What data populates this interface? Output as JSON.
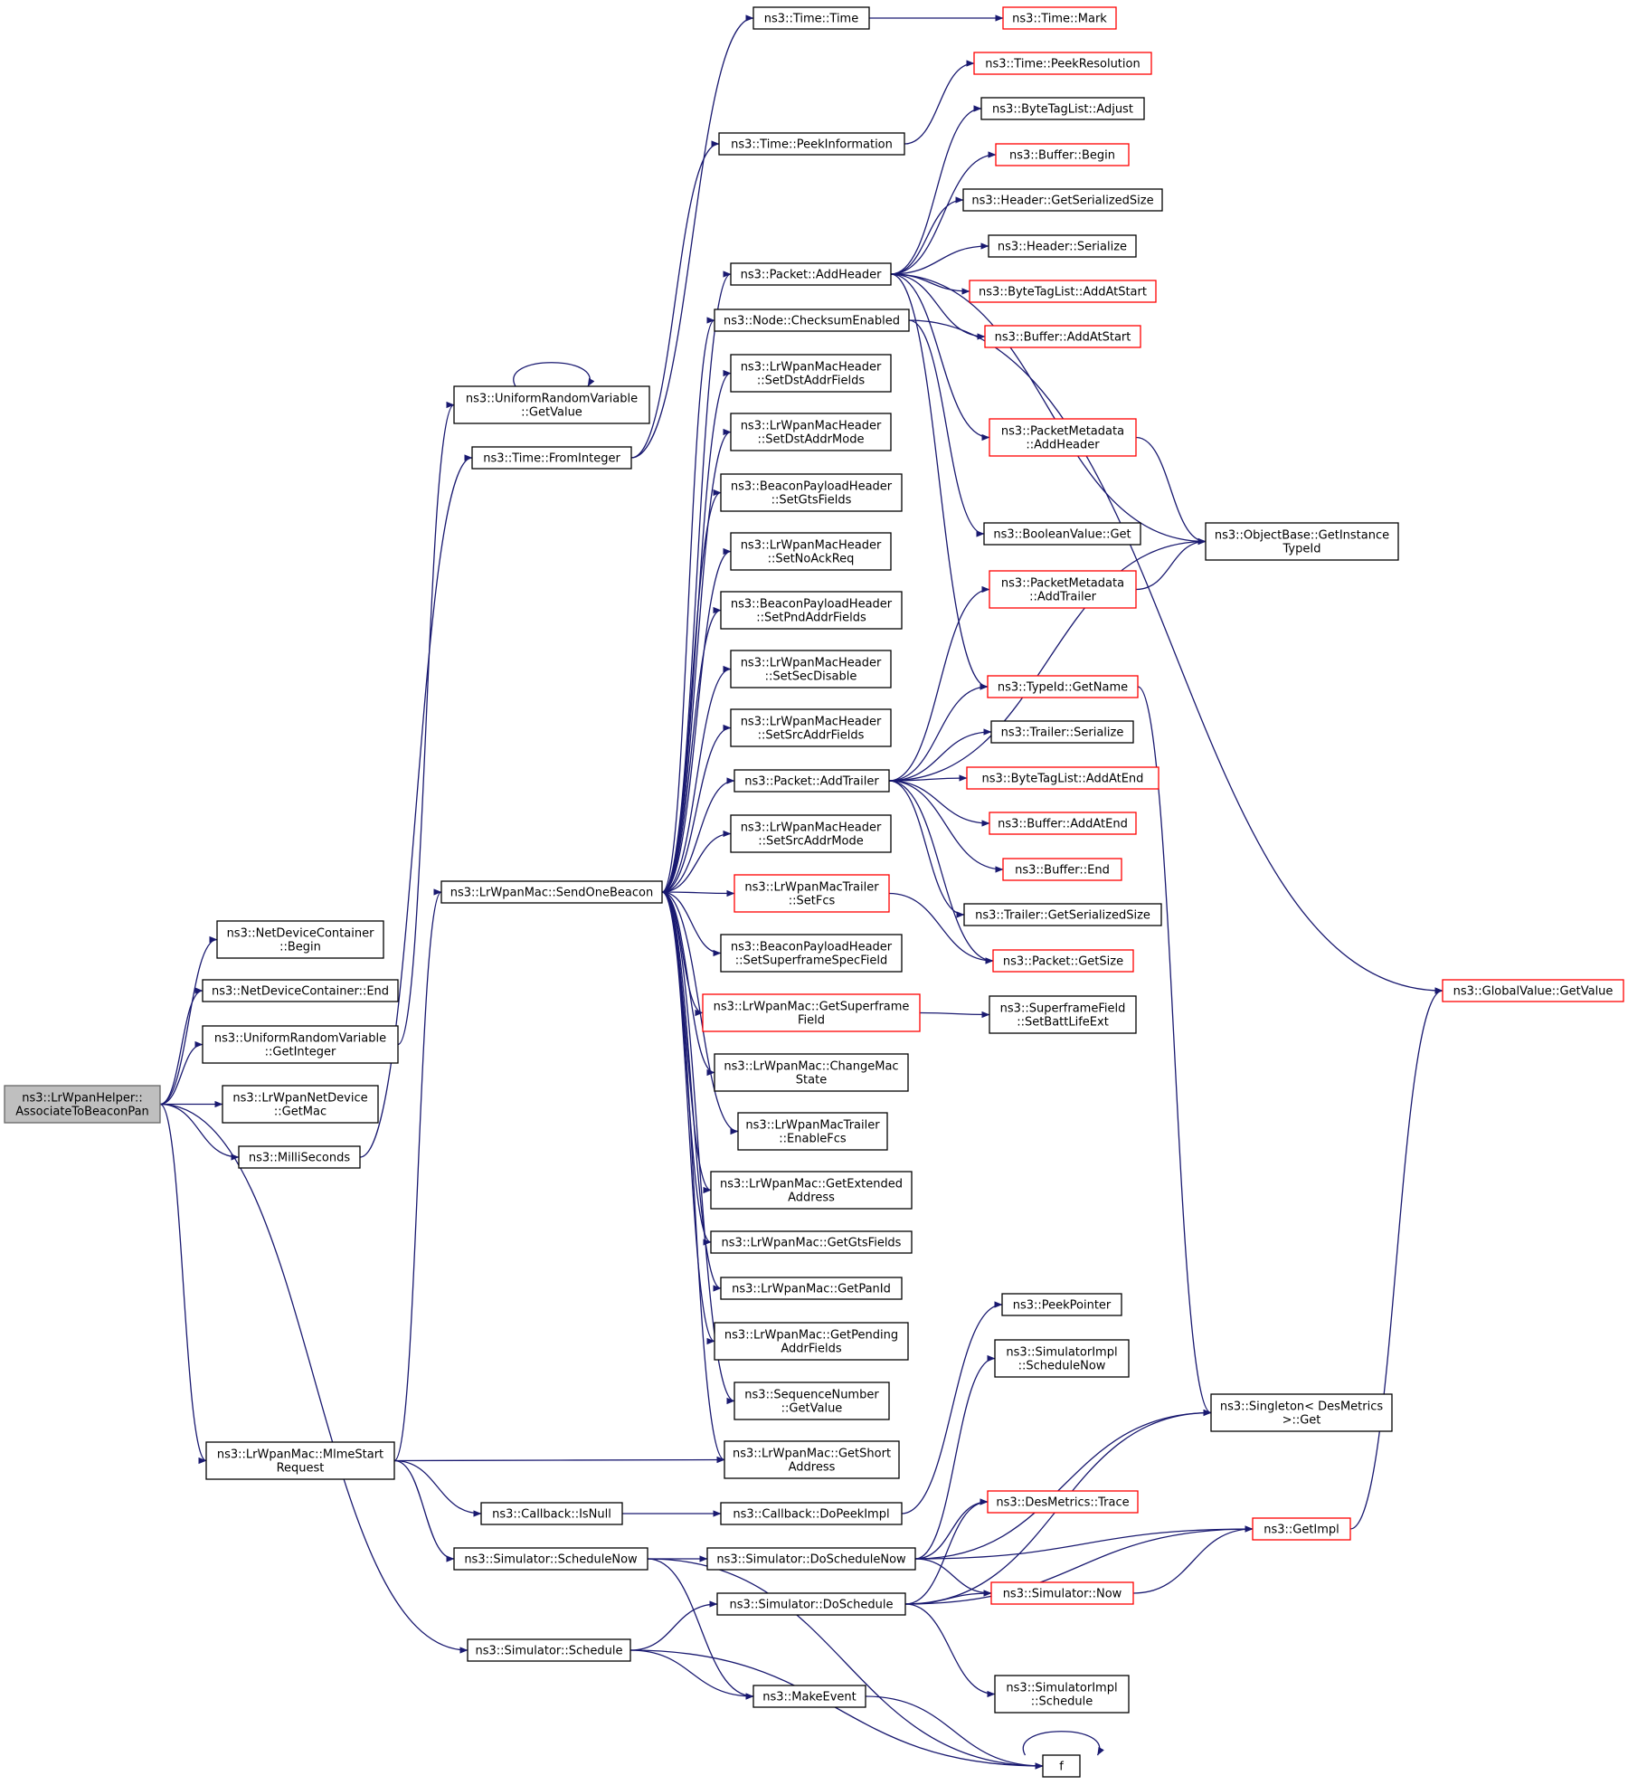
{
  "diagram": {
    "nodes": [
      {
        "id": "root",
        "lines": [
          "ns3::LrWpanHelper::",
          "AssociateToBeaconPan"
        ],
        "border": "gray"
      },
      {
        "id": "ndc_begin",
        "lines": [
          "ns3::NetDeviceContainer",
          "::Begin"
        ],
        "border": "black"
      },
      {
        "id": "ndc_end",
        "lines": [
          "ns3::NetDeviceContainer::End"
        ],
        "border": "black"
      },
      {
        "id": "urv_getinteger",
        "lines": [
          "ns3::UniformRandomVariable",
          "::GetInteger"
        ],
        "border": "black"
      },
      {
        "id": "netdev_getmac",
        "lines": [
          "ns3::LrWpanNetDevice",
          "::GetMac"
        ],
        "border": "black"
      },
      {
        "id": "milliseconds",
        "lines": [
          "ns3::MilliSeconds"
        ],
        "border": "black"
      },
      {
        "id": "mlmestart",
        "lines": [
          "ns3::LrWpanMac::MlmeStart",
          "Request"
        ],
        "border": "black"
      },
      {
        "id": "sim_schedule",
        "lines": [
          "ns3::Simulator::Schedule"
        ],
        "border": "black"
      },
      {
        "id": "urv_getvalue",
        "lines": [
          "ns3::UniformRandomVariable",
          "::GetValue"
        ],
        "border": "black"
      },
      {
        "id": "time_frominteger",
        "lines": [
          "ns3::Time::FromInteger"
        ],
        "border": "black"
      },
      {
        "id": "sendonebeacon",
        "lines": [
          "ns3::LrWpanMac::SendOneBeacon"
        ],
        "border": "black"
      },
      {
        "id": "cb_isnull",
        "lines": [
          "ns3::Callback::IsNull"
        ],
        "border": "black"
      },
      {
        "id": "sim_schedulenow",
        "lines": [
          "ns3::Simulator::ScheduleNow"
        ],
        "border": "black"
      },
      {
        "id": "time_time",
        "lines": [
          "ns3::Time::Time"
        ],
        "border": "black"
      },
      {
        "id": "time_peekinfo",
        "lines": [
          "ns3::Time::PeekInformation"
        ],
        "border": "black"
      },
      {
        "id": "pkt_addheader",
        "lines": [
          "ns3::Packet::AddHeader"
        ],
        "border": "black"
      },
      {
        "id": "node_checksum",
        "lines": [
          "ns3::Node::ChecksumEnabled"
        ],
        "border": "black"
      },
      {
        "id": "mh_setdstaddrfields",
        "lines": [
          "ns3::LrWpanMacHeader",
          "::SetDstAddrFields"
        ],
        "border": "black"
      },
      {
        "id": "mh_setdstaddrmode",
        "lines": [
          "ns3::LrWpanMacHeader",
          "::SetDstAddrMode"
        ],
        "border": "black"
      },
      {
        "id": "bph_setgts",
        "lines": [
          "ns3::BeaconPayloadHeader",
          "::SetGtsFields"
        ],
        "border": "black"
      },
      {
        "id": "mh_setnoack",
        "lines": [
          "ns3::LrWpanMacHeader",
          "::SetNoAckReq"
        ],
        "border": "black"
      },
      {
        "id": "bph_setpnd",
        "lines": [
          "ns3::BeaconPayloadHeader",
          "::SetPndAddrFields"
        ],
        "border": "black"
      },
      {
        "id": "mh_setsecdisable",
        "lines": [
          "ns3::LrWpanMacHeader",
          "::SetSecDisable"
        ],
        "border": "black"
      },
      {
        "id": "mh_setsrcaddrfields",
        "lines": [
          "ns3::LrWpanMacHeader",
          "::SetSrcAddrFields"
        ],
        "border": "black"
      },
      {
        "id": "pkt_addtrailer",
        "lines": [
          "ns3::Packet::AddTrailer"
        ],
        "border": "black"
      },
      {
        "id": "mh_setsrcaddrmode",
        "lines": [
          "ns3::LrWpanMacHeader",
          "::SetSrcAddrMode"
        ],
        "border": "black"
      },
      {
        "id": "mt_setfcs",
        "lines": [
          "ns3::LrWpanMacTrailer",
          "::SetFcs"
        ],
        "border": "red"
      },
      {
        "id": "bph_setsuperframe",
        "lines": [
          "ns3::BeaconPayloadHeader",
          "::SetSuperframeSpecField"
        ],
        "border": "black"
      },
      {
        "id": "mac_getsuperframe",
        "lines": [
          "ns3::LrWpanMac::GetSuperframe",
          "Field"
        ],
        "border": "red"
      },
      {
        "id": "mac_changemac",
        "lines": [
          "ns3::LrWpanMac::ChangeMac",
          "State"
        ],
        "border": "black"
      },
      {
        "id": "mt_enablefcs",
        "lines": [
          "ns3::LrWpanMacTrailer",
          "::EnableFcs"
        ],
        "border": "black"
      },
      {
        "id": "mac_getextended",
        "lines": [
          "ns3::LrWpanMac::GetExtended",
          "Address"
        ],
        "border": "black"
      },
      {
        "id": "mac_getgts",
        "lines": [
          "ns3::LrWpanMac::GetGtsFields"
        ],
        "border": "black"
      },
      {
        "id": "mac_getpanid",
        "lines": [
          "ns3::LrWpanMac::GetPanId"
        ],
        "border": "black"
      },
      {
        "id": "mac_getpending",
        "lines": [
          "ns3::LrWpanMac::GetPending",
          "AddrFields"
        ],
        "border": "black"
      },
      {
        "id": "seqnum_getvalue",
        "lines": [
          "ns3::SequenceNumber",
          "::GetValue"
        ],
        "border": "black"
      },
      {
        "id": "mac_getshort",
        "lines": [
          "ns3::LrWpanMac::GetShort",
          "Address"
        ],
        "border": "black"
      },
      {
        "id": "cb_dopeekimpl",
        "lines": [
          "ns3::Callback::DoPeekImpl"
        ],
        "border": "black"
      },
      {
        "id": "sim_doschedulenow",
        "lines": [
          "ns3::Simulator::DoScheduleNow"
        ],
        "border": "black"
      },
      {
        "id": "sim_doschedule",
        "lines": [
          "ns3::Simulator::DoSchedule"
        ],
        "border": "black"
      },
      {
        "id": "makeevent",
        "lines": [
          "ns3::MakeEvent"
        ],
        "border": "black"
      },
      {
        "id": "time_mark",
        "lines": [
          "ns3::Time::Mark"
        ],
        "border": "red"
      },
      {
        "id": "time_peekres",
        "lines": [
          "ns3::Time::PeekResolution"
        ],
        "border": "red"
      },
      {
        "id": "btl_adjust",
        "lines": [
          "ns3::ByteTagList::Adjust"
        ],
        "border": "black"
      },
      {
        "id": "buf_begin",
        "lines": [
          "ns3::Buffer::Begin"
        ],
        "border": "red"
      },
      {
        "id": "hdr_getsersize",
        "lines": [
          "ns3::Header::GetSerializedSize"
        ],
        "border": "black"
      },
      {
        "id": "hdr_serialize",
        "lines": [
          "ns3::Header::Serialize"
        ],
        "border": "black"
      },
      {
        "id": "btl_addatstart",
        "lines": [
          "ns3::ByteTagList::AddAtStart"
        ],
        "border": "red"
      },
      {
        "id": "buf_addatstart",
        "lines": [
          "ns3::Buffer::AddAtStart"
        ],
        "border": "red"
      },
      {
        "id": "pm_addheader",
        "lines": [
          "ns3::PacketMetadata",
          "::AddHeader"
        ],
        "border": "red"
      },
      {
        "id": "boolval_get",
        "lines": [
          "ns3::BooleanValue::Get"
        ],
        "border": "black"
      },
      {
        "id": "pm_addtrailer",
        "lines": [
          "ns3::PacketMetadata",
          "::AddTrailer"
        ],
        "border": "red"
      },
      {
        "id": "typeid_getname",
        "lines": [
          "ns3::TypeId::GetName"
        ],
        "border": "red"
      },
      {
        "id": "trl_serialize",
        "lines": [
          "ns3::Trailer::Serialize"
        ],
        "border": "black"
      },
      {
        "id": "btl_addatend",
        "lines": [
          "ns3::ByteTagList::AddAtEnd"
        ],
        "border": "red"
      },
      {
        "id": "buf_addatend",
        "lines": [
          "ns3::Buffer::AddAtEnd"
        ],
        "border": "red"
      },
      {
        "id": "buf_end",
        "lines": [
          "ns3::Buffer::End"
        ],
        "border": "red"
      },
      {
        "id": "trl_getsersize",
        "lines": [
          "ns3::Trailer::GetSerializedSize"
        ],
        "border": "black"
      },
      {
        "id": "pkt_getsize",
        "lines": [
          "ns3::Packet::GetSize"
        ],
        "border": "red"
      },
      {
        "id": "sf_setbatt",
        "lines": [
          "ns3::SuperframeField",
          "::SetBattLifeExt"
        ],
        "border": "black"
      },
      {
        "id": "peekpointer",
        "lines": [
          "ns3::PeekPointer"
        ],
        "border": "black"
      },
      {
        "id": "simimpl_schedulenow",
        "lines": [
          "ns3::SimulatorImpl",
          "::ScheduleNow"
        ],
        "border": "black"
      },
      {
        "id": "desmetrics_trace",
        "lines": [
          "ns3::DesMetrics::Trace"
        ],
        "border": "red"
      },
      {
        "id": "sim_now",
        "lines": [
          "ns3::Simulator::Now"
        ],
        "border": "red"
      },
      {
        "id": "simimpl_schedule",
        "lines": [
          "ns3::SimulatorImpl",
          "::Schedule"
        ],
        "border": "black"
      },
      {
        "id": "f",
        "lines": [
          "f"
        ],
        "border": "black"
      },
      {
        "id": "objbase_gettypeid",
        "lines": [
          "ns3::ObjectBase::GetInstance",
          "TypeId"
        ],
        "border": "black"
      },
      {
        "id": "singleton_get",
        "lines": [
          "ns3::Singleton< DesMetrics",
          ">::Get"
        ],
        "border": "black"
      },
      {
        "id": "getimpl",
        "lines": [
          "ns3::GetImpl"
        ],
        "border": "red"
      },
      {
        "id": "gv_getvalue",
        "lines": [
          "ns3::GlobalValue::GetValue"
        ],
        "border": "red"
      }
    ],
    "edges": [
      [
        "root",
        "ndc_begin"
      ],
      [
        "root",
        "ndc_end"
      ],
      [
        "root",
        "urv_getinteger"
      ],
      [
        "root",
        "netdev_getmac"
      ],
      [
        "root",
        "milliseconds"
      ],
      [
        "root",
        "mlmestart"
      ],
      [
        "root",
        "sim_schedule"
      ],
      [
        "urv_getinteger",
        "urv_getvalue"
      ],
      [
        "urv_getvalue",
        "urv_getvalue"
      ],
      [
        "milliseconds",
        "time_frominteger"
      ],
      [
        "time_frominteger",
        "time_time"
      ],
      [
        "time_frominteger",
        "time_peekinfo"
      ],
      [
        "mlmestart",
        "sendonebeacon"
      ],
      [
        "mlmestart",
        "mac_getshort"
      ],
      [
        "mlmestart",
        "cb_isnull"
      ],
      [
        "mlmestart",
        "sim_schedulenow"
      ],
      [
        "sendonebeacon",
        "pkt_addheader"
      ],
      [
        "sendonebeacon",
        "node_checksum"
      ],
      [
        "sendonebeacon",
        "mh_setdstaddrfields"
      ],
      [
        "sendonebeacon",
        "mh_setdstaddrmode"
      ],
      [
        "sendonebeacon",
        "bph_setgts"
      ],
      [
        "sendonebeacon",
        "mh_setnoack"
      ],
      [
        "sendonebeacon",
        "bph_setpnd"
      ],
      [
        "sendonebeacon",
        "mh_setsecdisable"
      ],
      [
        "sendonebeacon",
        "mh_setsrcaddrfields"
      ],
      [
        "sendonebeacon",
        "pkt_addtrailer"
      ],
      [
        "sendonebeacon",
        "mh_setsrcaddrmode"
      ],
      [
        "sendonebeacon",
        "mt_setfcs"
      ],
      [
        "sendonebeacon",
        "bph_setsuperframe"
      ],
      [
        "sendonebeacon",
        "mac_getsuperframe"
      ],
      [
        "sendonebeacon",
        "mac_changemac"
      ],
      [
        "sendonebeacon",
        "mt_enablefcs"
      ],
      [
        "sendonebeacon",
        "mac_getextended"
      ],
      [
        "sendonebeacon",
        "mac_getgts"
      ],
      [
        "sendonebeacon",
        "mac_getpanid"
      ],
      [
        "sendonebeacon",
        "mac_getpending"
      ],
      [
        "sendonebeacon",
        "seqnum_getvalue"
      ],
      [
        "sendonebeacon",
        "mac_getshort"
      ],
      [
        "time_time",
        "time_mark"
      ],
      [
        "time_peekinfo",
        "time_peekres"
      ],
      [
        "pkt_addheader",
        "btl_adjust"
      ],
      [
        "pkt_addheader",
        "buf_begin"
      ],
      [
        "pkt_addheader",
        "hdr_getsersize"
      ],
      [
        "pkt_addheader",
        "hdr_serialize"
      ],
      [
        "pkt_addheader",
        "btl_addatstart"
      ],
      [
        "pkt_addheader",
        "buf_addatstart"
      ],
      [
        "pkt_addheader",
        "pm_addheader"
      ],
      [
        "pkt_addheader",
        "objbase_gettypeid"
      ],
      [
        "pkt_addheader",
        "typeid_getname"
      ],
      [
        "node_checksum",
        "boolval_get"
      ],
      [
        "node_checksum",
        "gv_getvalue"
      ],
      [
        "pm_addheader",
        "objbase_gettypeid"
      ],
      [
        "pm_addtrailer",
        "objbase_gettypeid"
      ],
      [
        "typeid_getname",
        "singleton_get"
      ],
      [
        "pkt_addtrailer",
        "pm_addtrailer"
      ],
      [
        "pkt_addtrailer",
        "objbase_gettypeid"
      ],
      [
        "pkt_addtrailer",
        "typeid_getname"
      ],
      [
        "pkt_addtrailer",
        "trl_serialize"
      ],
      [
        "pkt_addtrailer",
        "btl_addatend"
      ],
      [
        "pkt_addtrailer",
        "buf_addatend"
      ],
      [
        "pkt_addtrailer",
        "buf_end"
      ],
      [
        "pkt_addtrailer",
        "trl_getsersize"
      ],
      [
        "pkt_addtrailer",
        "pkt_getsize"
      ],
      [
        "mt_setfcs",
        "pkt_getsize"
      ],
      [
        "mac_getsuperframe",
        "sf_setbatt"
      ],
      [
        "cb_isnull",
        "cb_dopeekimpl"
      ],
      [
        "cb_dopeekimpl",
        "peekpointer"
      ],
      [
        "sim_schedulenow",
        "sim_doschedulenow"
      ],
      [
        "sim_schedulenow",
        "makeevent"
      ],
      [
        "sim_schedulenow",
        "f"
      ],
      [
        "sim_schedule",
        "sim_doschedule"
      ],
      [
        "sim_schedule",
        "makeevent"
      ],
      [
        "sim_schedule",
        "f"
      ],
      [
        "sim_doschedulenow",
        "simimpl_schedulenow"
      ],
      [
        "sim_doschedulenow",
        "singleton_get"
      ],
      [
        "sim_doschedulenow",
        "desmetrics_trace"
      ],
      [
        "sim_doschedulenow",
        "getimpl"
      ],
      [
        "sim_doschedulenow",
        "sim_now"
      ],
      [
        "sim_doschedule",
        "desmetrics_trace"
      ],
      [
        "sim_doschedule",
        "singleton_get"
      ],
      [
        "sim_doschedule",
        "sim_now"
      ],
      [
        "sim_doschedule",
        "getimpl"
      ],
      [
        "sim_doschedule",
        "simimpl_schedule"
      ],
      [
        "sim_now",
        "getimpl"
      ],
      [
        "getimpl",
        "gv_getvalue"
      ],
      [
        "makeevent",
        "f"
      ],
      [
        "f",
        "f"
      ]
    ]
  }
}
